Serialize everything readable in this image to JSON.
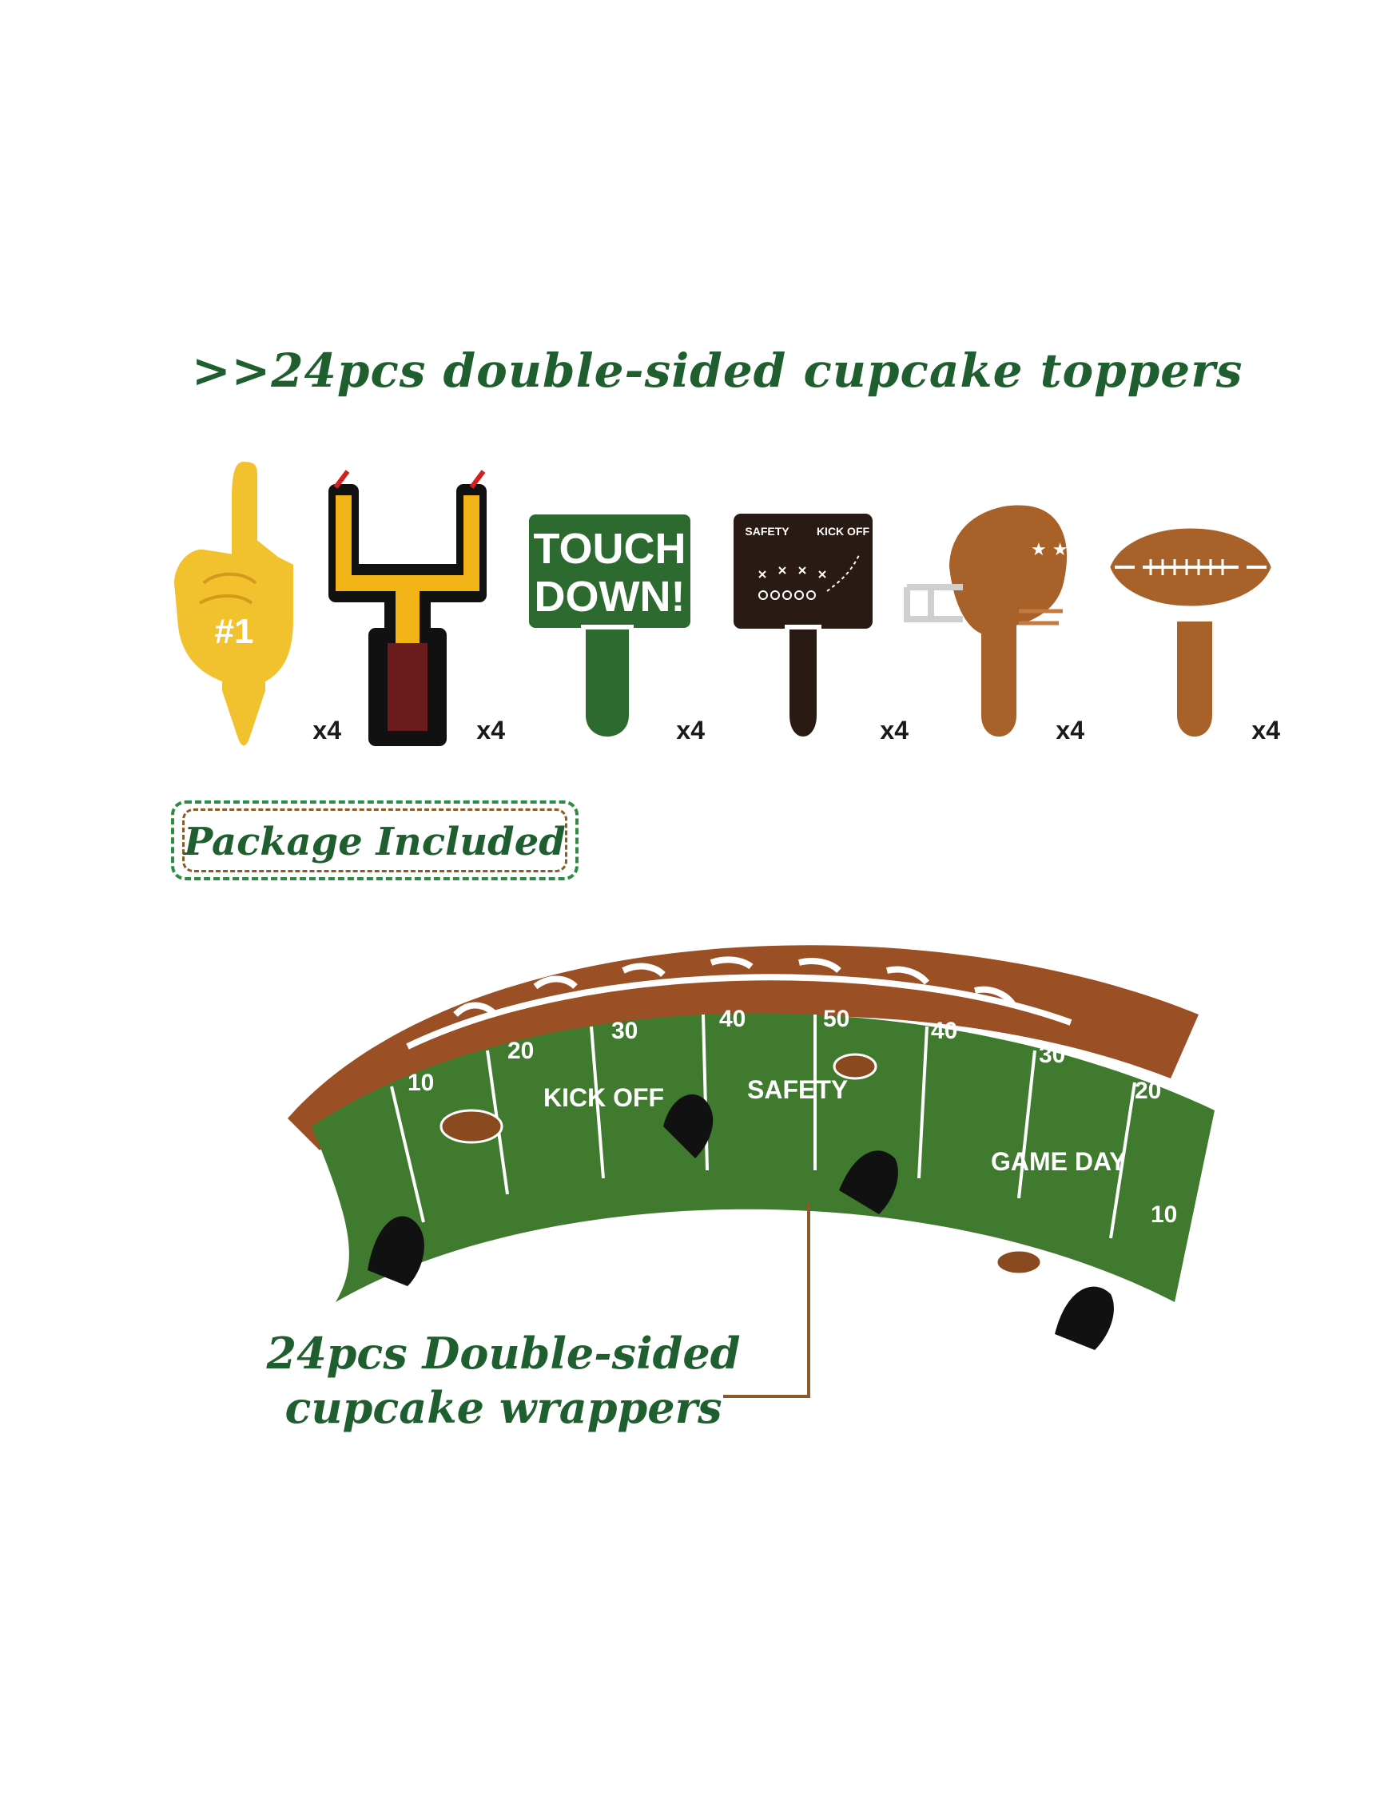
{
  "headline": ">>24pcs double-sided cupcake toppers",
  "toppers": [
    {
      "name": "foam-finger",
      "qty": "x4",
      "text": "#1",
      "color": "#f2c12e"
    },
    {
      "name": "goal-post",
      "qty": "x4",
      "color": "#f2b316"
    },
    {
      "name": "touchdown-sign",
      "qty": "x4",
      "text_line1": "TOUCH",
      "text_line2": "DOWN!",
      "color": "#2d6a2f"
    },
    {
      "name": "playbook-board",
      "qty": "x4",
      "label_left": "SAFETY",
      "label_right": "KICK OFF",
      "color": "#2a1a14"
    },
    {
      "name": "helmet",
      "qty": "x4",
      "color": "#a9612a"
    },
    {
      "name": "football",
      "qty": "x4",
      "color": "#a9612a"
    }
  ],
  "package_label": "Package Included",
  "wrapper": {
    "yard_labels": [
      "10",
      "20",
      "30",
      "40",
      "50",
      "40",
      "30",
      "20",
      "10"
    ],
    "field_texts": [
      "KICK OFF",
      "SAFETY",
      "GAME DAY"
    ],
    "colors": {
      "field": "#3f7a2f",
      "leather": "#9a4f24"
    }
  },
  "caption_line1": "24pcs Double-sided",
  "caption_line2": "cupcake wrappers"
}
